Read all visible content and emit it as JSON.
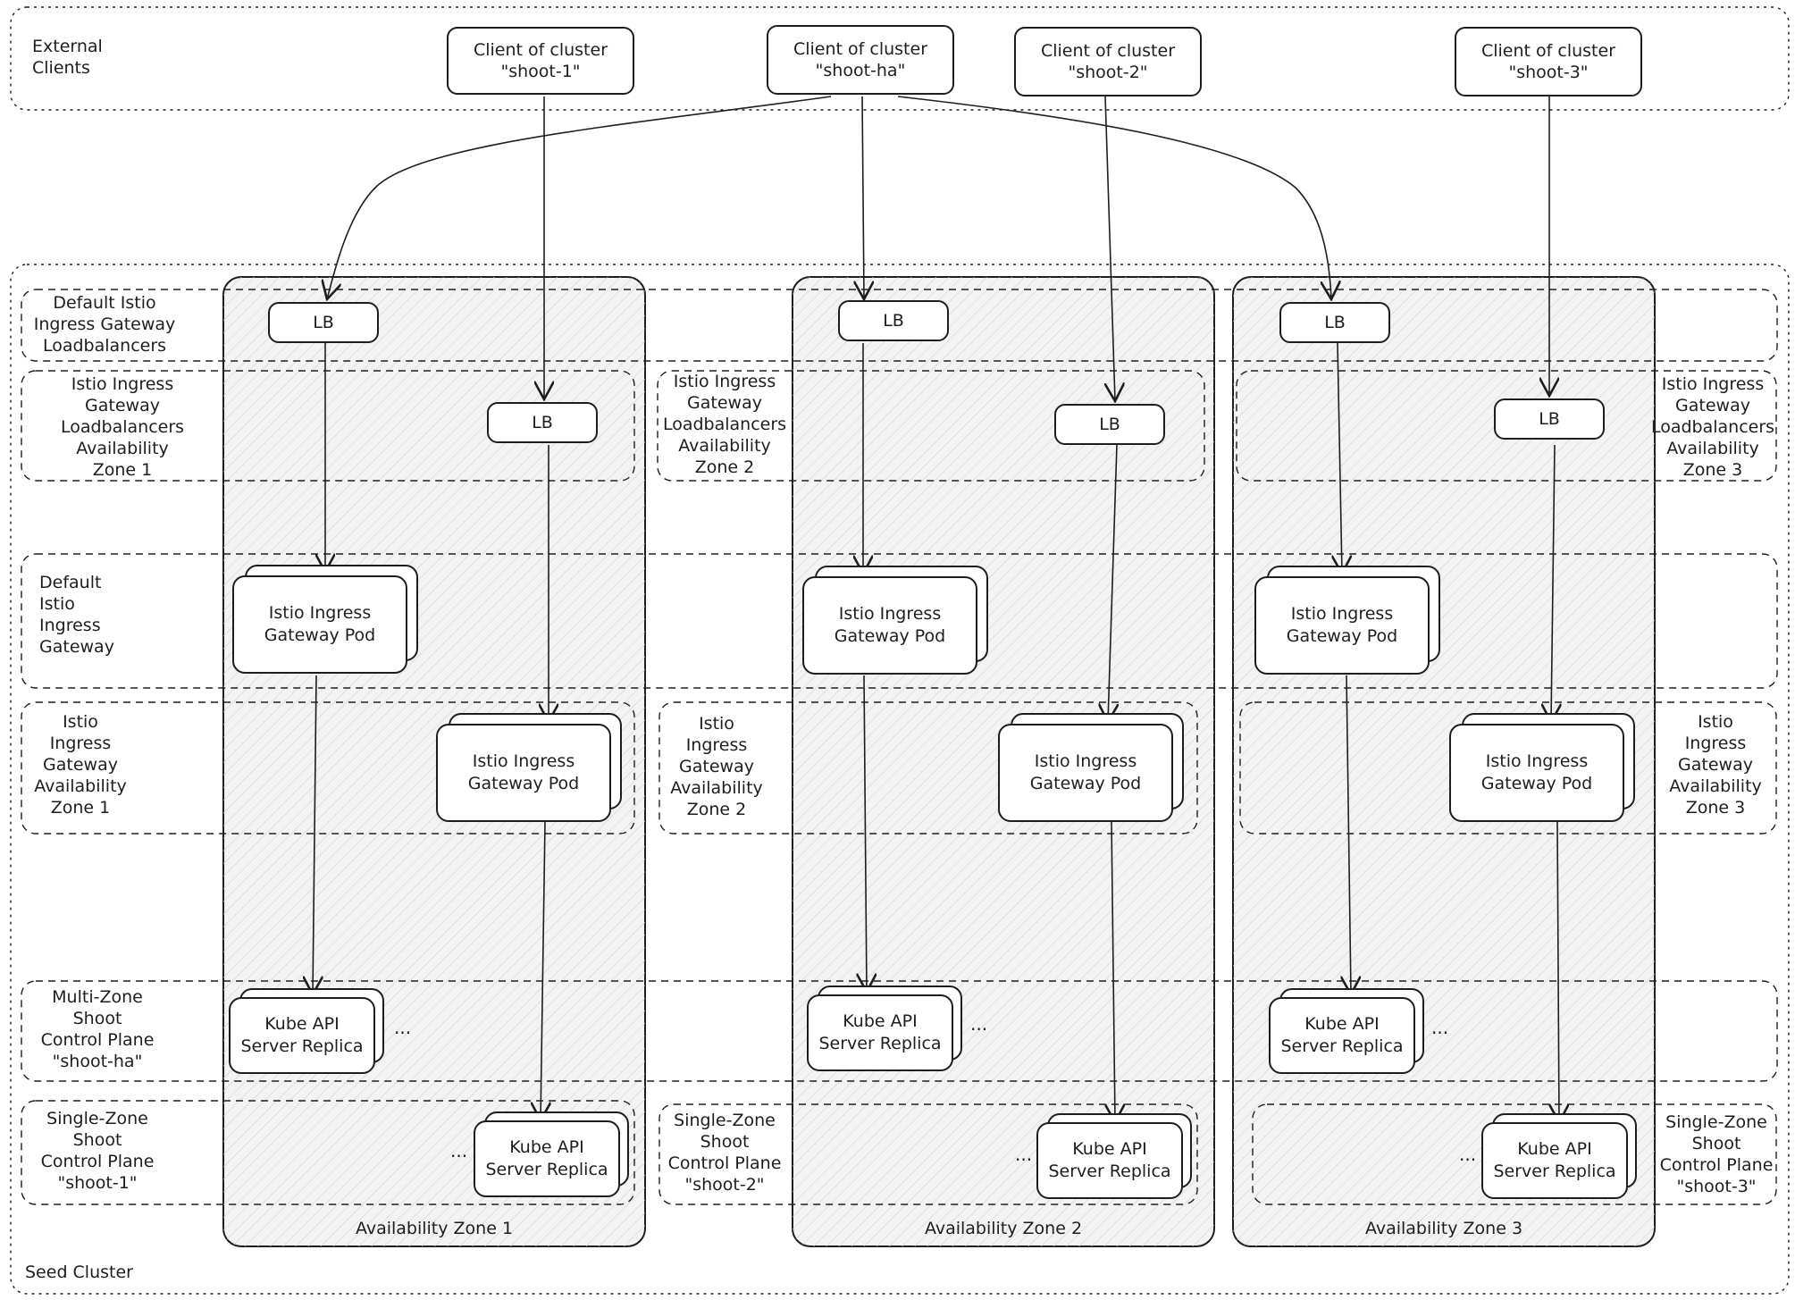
{
  "external": {
    "label": "External\nClients",
    "clients": [
      "Client of cluster\n\"shoot-1\"",
      "Client of cluster\n\"shoot-ha\"",
      "Client of cluster\n\"shoot-2\"",
      "Client of cluster\n\"shoot-3\""
    ]
  },
  "seed_label": "Seed Cluster",
  "lb_label": "LB",
  "pod_label": "Istio Ingress\nGateway Pod",
  "kube_label": "Kube API\nServer Replica",
  "ellipsis": "...",
  "zones": [
    "Availability Zone 1",
    "Availability Zone 2",
    "Availability Zone 3"
  ],
  "row_labels": {
    "default_lb": "Default Istio\nIngress Gateway\nLoadbalancers",
    "lb_az1": "Istio Ingress\nGateway\nLoadbalancers\nAvailability\nZone 1",
    "lb_az2": "Istio Ingress\nGateway\nLoadbalancers\nAvailability\nZone 2",
    "lb_az3": "Istio Ingress\nGateway\nLoadbalancers\nAvailability\nZone 3",
    "default_gw": "Default\nIstio\nIngress\nGateway",
    "gw_az1": "Istio\nIngress\nGateway\nAvailability\nZone 1",
    "gw_az2": "Istio\nIngress\nGateway\nAvailability\nZone 2",
    "gw_az3": "Istio\nIngress\nGateway\nAvailability\nZone 3",
    "multi_zone": "Multi-Zone\nShoot\nControl Plane\n\"shoot-ha\"",
    "single_1": "Single-Zone\nShoot\nControl Plane\n\"shoot-1\"",
    "single_2": "Single-Zone\nShoot\nControl Plane\n\"shoot-2\"",
    "single_3": "Single-Zone\nShoot\nControl Plane\n\"shoot-3\""
  }
}
